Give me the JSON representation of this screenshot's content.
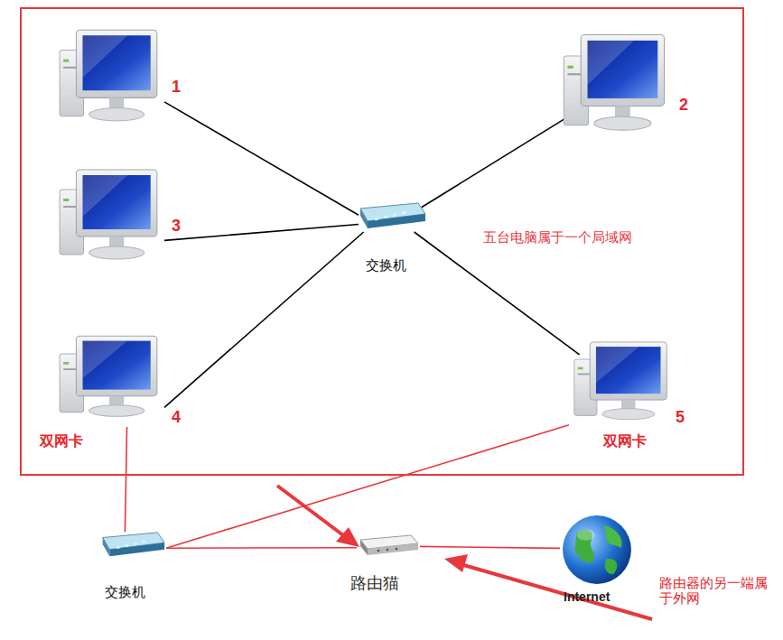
{
  "diagram": {
    "nodes": [
      {
        "text": [
          "五台电脑属于一个局域网"
        ]
      },
      {
        "text": [
          "1"
        ],
        "in": 0
      },
      {
        "text": [
          "2"
        ],
        "in": 0
      },
      {
        "text": [
          "3"
        ],
        "in": 0
      },
      {
        "text": [
          "交换机"
        ],
        "in": 0
      },
      {
        "text": [
          "4",
          "双网卡"
        ],
        "in": 0
      },
      {
        "text": [
          "5",
          "双网卡"
        ],
        "in": 0
      },
      {
        "text": [
          "交换机"
        ]
      },
      {
        "text": [
          "路由猫"
        ]
      },
      {
        "text": [
          "Internet"
        ]
      }
    ],
    "edges": [
      {
        "from": 1,
        "to": 4,
        "arrow": "none"
      },
      {
        "from": 2,
        "to": 4,
        "arrow": "none"
      },
      {
        "from": 3,
        "to": 4,
        "arrow": "none"
      },
      {
        "from": 5,
        "to": 4,
        "arrow": "none"
      },
      {
        "from": 6,
        "to": 4,
        "arrow": "none"
      },
      {
        "from": 5,
        "to": 7,
        "arrow": "none"
      },
      {
        "from": 6,
        "to": 7,
        "arrow": "none"
      },
      {
        "from": 7,
        "to": 8,
        "arrow": "none"
      },
      {
        "from": 8,
        "to": 9,
        "arrow": "none"
      }
    ],
    "labels": [
      "路由器的另一端属于外网"
    ]
  }
}
